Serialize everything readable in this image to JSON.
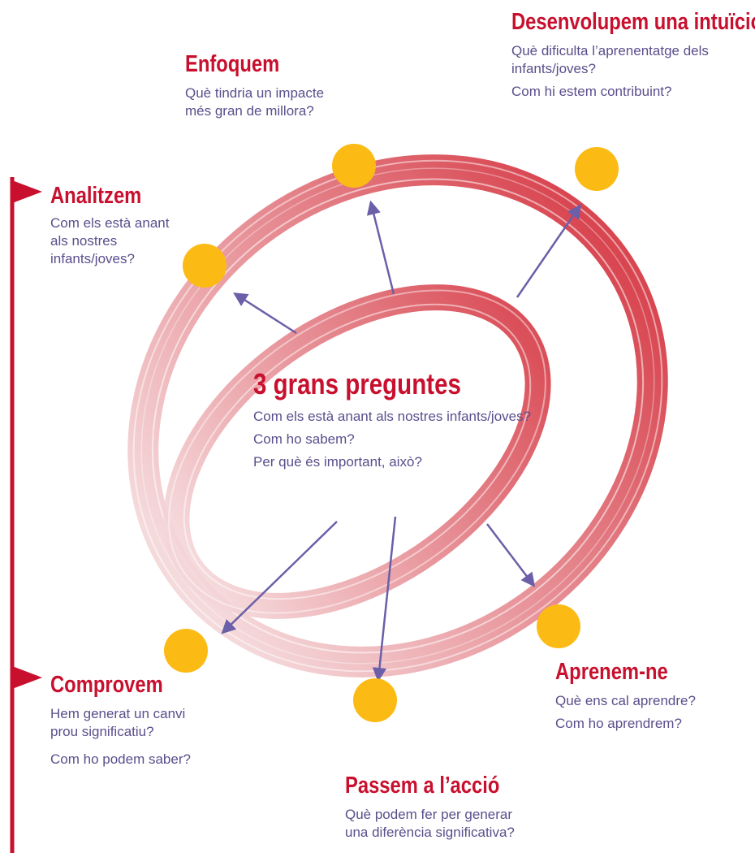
{
  "center": {
    "title": "3 grans preguntes",
    "questions": [
      "Com els està anant als nostres infants/joves?",
      "Com ho sabem?",
      "Per què és important, això?"
    ]
  },
  "steps": [
    {
      "title": "Analitzem",
      "lines": [
        "Com els està anant",
        "als nostres",
        "infants/joves?"
      ]
    },
    {
      "title": "Enfoquem",
      "lines": [
        "Què tindria un impacte",
        "més gran de millora?"
      ]
    },
    {
      "title": "Desenvolupem una intuïció",
      "lines": [
        "Què dificulta l’aprenentatge dels",
        "infants/joves?",
        "Com hi estem contribuint?"
      ]
    },
    {
      "title": "Aprenem-ne",
      "lines": [
        "Què ens cal aprendre?",
        "Com ho aprendrem?"
      ]
    },
    {
      "title": "Passem a l’acció",
      "lines": [
        "Què podem fer per generar",
        "una diferència significativa?"
      ]
    },
    {
      "title": "Comprovem",
      "lines": [
        "Hem generat un canvi",
        "prou significatiu?",
        "Com ho podem saber?"
      ]
    }
  ],
  "colors": {
    "ring_light": "#f4d6d8",
    "ring_dark": "#d4313d",
    "node": "#fcbb14",
    "arrow": "#6a5fa8",
    "title": "#c8102e",
    "text": "#5b4e8c",
    "timeline": "#c8102e"
  }
}
